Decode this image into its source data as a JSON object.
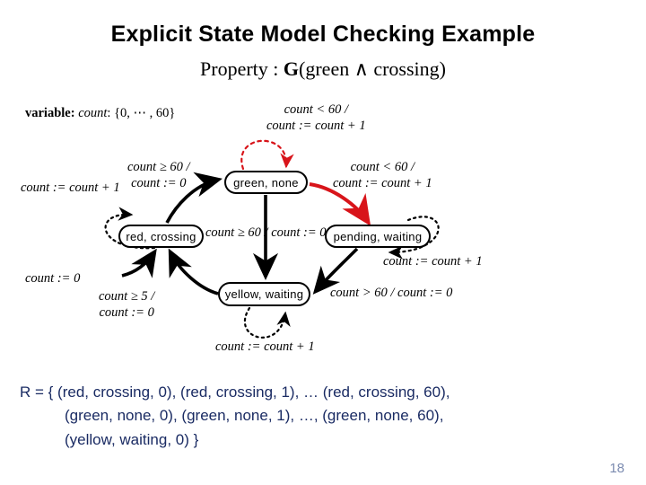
{
  "slide": {
    "title": "Explicit State Model Checking Example",
    "property": {
      "prefix": "Property : ",
      "operator": "G",
      "formula": "(green ∧ crossing)"
    },
    "page_number": "18"
  },
  "variable_decl": {
    "keyword": "variable:",
    "name": "count",
    "separator": ":",
    "domain": "{0, ⋯ , 60}",
    "full_text": "variable: count: {0, ⋯ , 60}"
  },
  "automaton": {
    "states": [
      {
        "id": "green-none",
        "label": "green, none"
      },
      {
        "id": "red-crossing",
        "label": "red, crossing"
      },
      {
        "id": "yellow-waiting",
        "label": "yellow, waiting"
      },
      {
        "id": "pending-waiting",
        "label": "pending, waiting"
      }
    ],
    "transition_labels": [
      {
        "id": "green-self",
        "line1": "count < 60 /",
        "line2": "count := count + 1",
        "color": "#000000"
      },
      {
        "id": "red-to-green",
        "line1": "count ≥ 60 /",
        "line2": "count := 0",
        "color": "#000000"
      },
      {
        "id": "red-self",
        "line1": "count := count + 1",
        "line2": "",
        "color": "#000000"
      },
      {
        "id": "green-to-pending",
        "line1": "count < 60 /",
        "line2": "count := count + 1",
        "color": "#000000"
      },
      {
        "id": "green-to-yellow",
        "line1": "count ≥ 60 / count := 0",
        "line2": "",
        "color": "#000000"
      },
      {
        "id": "pending-self",
        "line1": "count := count + 1",
        "line2": "",
        "color": "#000000"
      },
      {
        "id": "pending-to-yellow",
        "line1": "count > 60 / count := 0",
        "line2": "",
        "color": "#000000"
      },
      {
        "id": "to-red-reset",
        "line1": "count := 0",
        "line2": "",
        "color": "#000000"
      },
      {
        "id": "yellow-to-red",
        "line1": "count ≥ 5 /",
        "line2": "count := 0",
        "color": "#000000"
      },
      {
        "id": "yellow-self",
        "line1": "count := count + 1",
        "line2": "",
        "color": "#000000"
      }
    ]
  },
  "reachable_set": {
    "line1": "R = { (red, crossing, 0), (red, crossing, 1), … (red, crossing, 60),",
    "line2": "(green, none, 0), (green, none, 1), …, (green, none, 60),",
    "line3": "(yellow, waiting, 0) }"
  },
  "colors": {
    "accent_red": "#d8141a",
    "text_navy": "#1a2b63",
    "page_number": "#7b8bb0",
    "outline": "#000000"
  }
}
